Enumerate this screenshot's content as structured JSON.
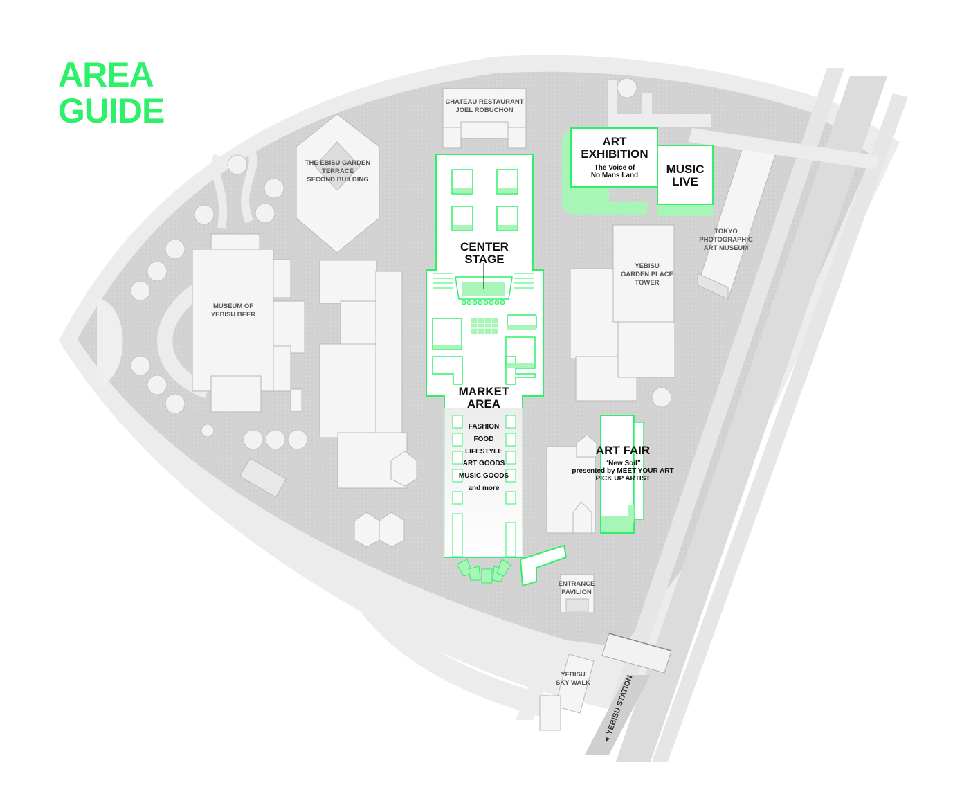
{
  "title": {
    "line1": "AREA",
    "line2": "GUIDE"
  },
  "colors": {
    "accent": "#2ff06a",
    "ground": "#d5d5d5",
    "building": "#f4f4f4",
    "road": "#e9e9e9"
  },
  "buildings": {
    "chateau": [
      "CHATEAU RESTAURANT",
      "JOEL ROBUCHON"
    ],
    "terrace": [
      "THE EBISU GARDEN",
      "TERRACE",
      "SECOND BUILDING"
    ],
    "museum_beer": [
      "MUSEUM OF",
      "YEBISU BEER"
    ],
    "tokyo_photo": [
      "TOKYO",
      "PHOTOGRAPHIC",
      "ART MUSEUM"
    ],
    "tower": [
      "YEBISU",
      "GARDEN PLACE",
      "TOWER"
    ],
    "entrance": [
      "ENTRANCE",
      "PAVILION"
    ],
    "skywalk": [
      "YEBISU",
      "SKY WALK"
    ],
    "station": "◄ YEBISU STATION"
  },
  "areas": {
    "art_exhibition": {
      "title": [
        "ART",
        "EXHIBITION"
      ],
      "sub": [
        "The Voice of",
        "No Mans Land"
      ]
    },
    "music_live": {
      "title": [
        "MUSIC",
        "LIVE"
      ]
    },
    "center_stage": {
      "title": [
        "CENTER",
        "STAGE"
      ]
    },
    "market": {
      "title": [
        "MARKET",
        "AREA"
      ],
      "items": [
        "FASHION",
        "FOOD",
        "LIFESTYLE",
        "ART GOODS",
        "MUSIC GOODS",
        "and more"
      ]
    },
    "art_fair": {
      "title": "ART FAIR",
      "sub": [
        "“New Soil”",
        "presented by MEET YOUR ART",
        "PICK UP ARTIST"
      ]
    }
  }
}
